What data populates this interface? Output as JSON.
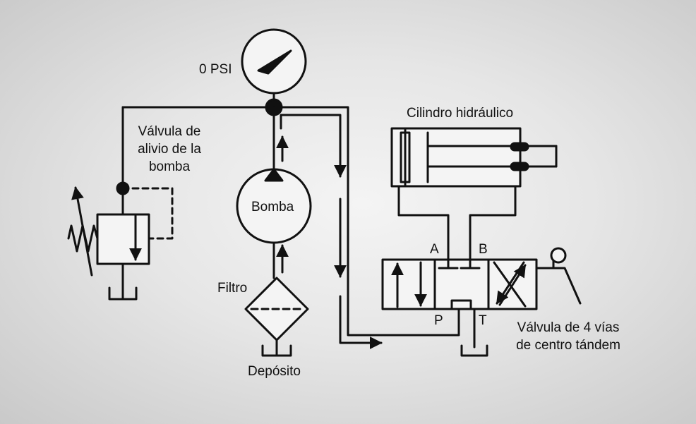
{
  "labels": {
    "gauge": "0 PSI",
    "relief_valve": [
      "Válvula de",
      "alivio de la",
      "bomba"
    ],
    "pump": "Bomba",
    "filter": "Filtro",
    "reservoir": "Depósito",
    "cylinder": "Cilindro hidráulico",
    "port_a": "A",
    "port_b": "B",
    "port_p": "P",
    "port_t": "T",
    "directional_valve": [
      "Válvula de 4 vías",
      "de centro tándem"
    ]
  },
  "colors": {
    "line": "#111111",
    "background": "#e2e2e2"
  },
  "icons": [
    "pressure-gauge-icon",
    "pump-icon",
    "filter-icon",
    "reservoir-icon",
    "relief-valve-icon",
    "cylinder-icon",
    "directional-valve-icon",
    "spring-icon",
    "tank-icon",
    "flow-arrow-icon"
  ]
}
